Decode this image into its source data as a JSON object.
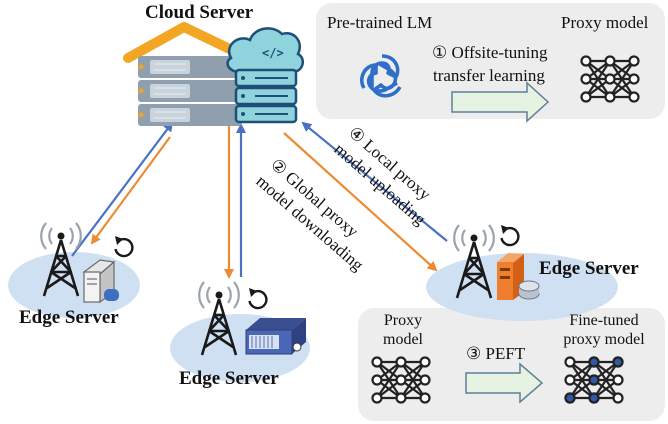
{
  "cloud": {
    "title": "Cloud Server"
  },
  "offsite": {
    "pretrained_label": "Pre-trained LM",
    "proxy_label": "Proxy model",
    "step_line1": "① Offsite-tuning",
    "step_line2": "transfer learning"
  },
  "steps": {
    "upload_line1": "④ Local proxy",
    "upload_line2": "model uploading",
    "download_line1": "② Global proxy",
    "download_line2": "model downloading"
  },
  "edges": {
    "left": "Edge Server",
    "middle": "Edge Server",
    "right": "Edge Server"
  },
  "peft": {
    "proxy_line1": "Proxy",
    "proxy_line2": "model",
    "step": "③ PEFT",
    "tuned_line1": "Fine-tuned",
    "tuned_line2": "proxy model"
  },
  "colors": {
    "upload_arrow": "#4a72c4",
    "download_arrow": "#ee8a32",
    "panel": "#ededed",
    "edge_zone": "#cfe0f2",
    "logo": "#2f6fc8",
    "hinted_arrow": "#e6f2e2"
  }
}
